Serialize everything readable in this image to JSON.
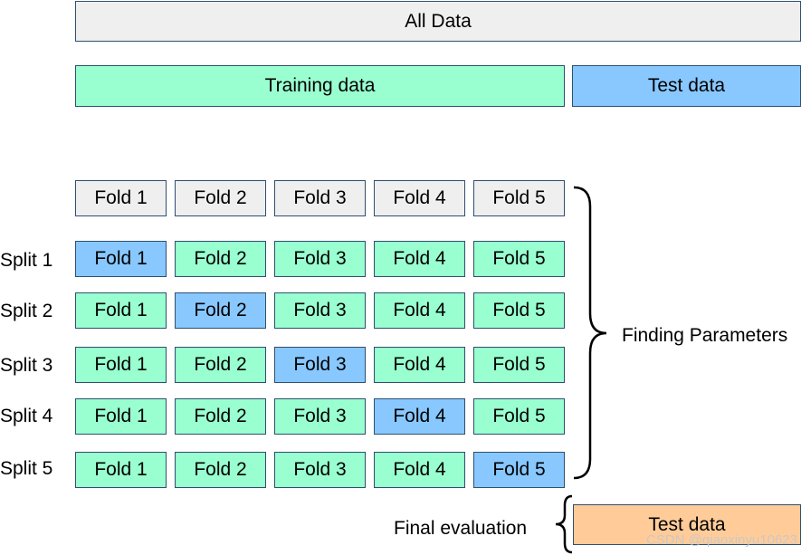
{
  "all_data": "All Data",
  "training_data": "Training data",
  "test_data": "Test data",
  "header_folds": [
    "Fold 1",
    "Fold 2",
    "Fold 3",
    "Fold 4",
    "Fold 5"
  ],
  "splits": [
    {
      "label": "Split 1",
      "folds": [
        "Fold 1",
        "Fold 2",
        "Fold 3",
        "Fold 4",
        "Fold 5"
      ],
      "test_fold_index": 0
    },
    {
      "label": "Split 2",
      "folds": [
        "Fold 1",
        "Fold 2",
        "Fold 3",
        "Fold 4",
        "Fold 5"
      ],
      "test_fold_index": 1
    },
    {
      "label": "Split 3",
      "folds": [
        "Fold 1",
        "Fold 2",
        "Fold 3",
        "Fold 4",
        "Fold 5"
      ],
      "test_fold_index": 2
    },
    {
      "label": "Split 4",
      "folds": [
        "Fold 1",
        "Fold 2",
        "Fold 3",
        "Fold 4",
        "Fold 5"
      ],
      "test_fold_index": 3
    },
    {
      "label": "Split 5",
      "folds": [
        "Fold 1",
        "Fold 2",
        "Fold 3",
        "Fold 4",
        "Fold 5"
      ],
      "test_fold_index": 4
    }
  ],
  "finding_parameters": "Finding Parameters",
  "final_evaluation": "Final evaluation",
  "final_test_data": "Test data",
  "watermark": "CSDN @qiaoxinyu10623",
  "colors": {
    "gray": "#efefef",
    "training": "#99ffd0",
    "test": "#88c8ff",
    "final_test": "#ffcc99"
  }
}
